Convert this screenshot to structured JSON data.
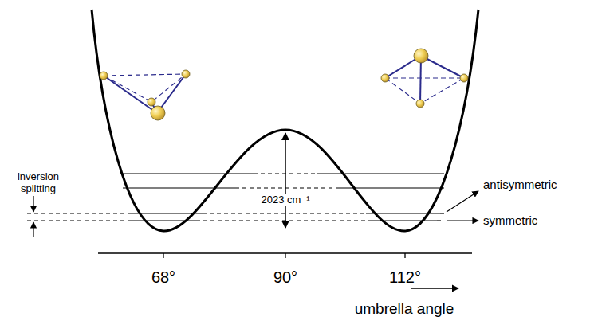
{
  "diagram": {
    "labels": [
      "inversion splitting",
      "2023 cm⁻¹",
      "antisymmetric",
      "symmetric",
      "68°",
      "90°",
      "112°",
      "umbrella angle"
    ]
  }
}
